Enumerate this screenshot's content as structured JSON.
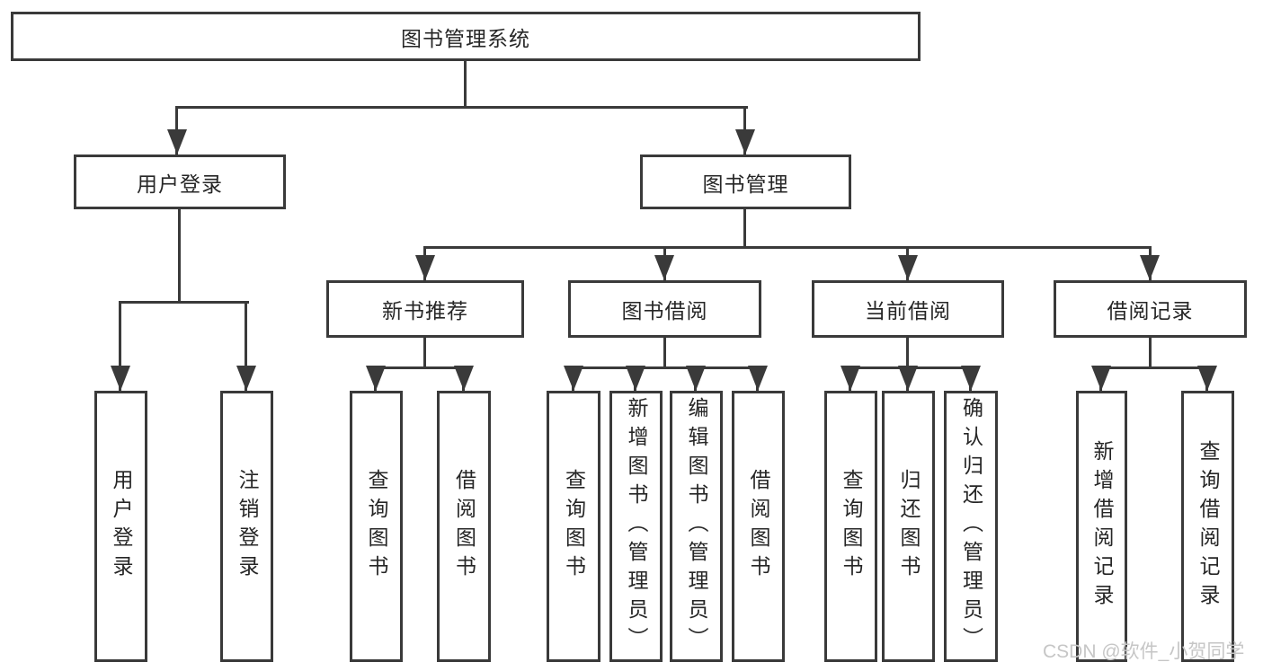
{
  "tree": {
    "root": {
      "label": "图书管理系统"
    },
    "branches": [
      {
        "label": "用户登录",
        "leaves": [
          {
            "label": "用户登录"
          },
          {
            "label": "注销登录"
          }
        ]
      },
      {
        "label": "图书管理",
        "groups": [
          {
            "label": "新书推荐",
            "leaves": [
              {
                "label": "查询图书"
              },
              {
                "label": "借阅图书"
              }
            ]
          },
          {
            "label": "图书借阅",
            "leaves": [
              {
                "label": "查询图书"
              },
              {
                "label": "新增图书（管理员）"
              },
              {
                "label": "编辑图书（管理员）"
              },
              {
                "label": "借阅图书"
              }
            ]
          },
          {
            "label": "当前借阅",
            "leaves": [
              {
                "label": "查询图书"
              },
              {
                "label": "归还图书"
              },
              {
                "label": "确认归还（管理员）"
              }
            ]
          },
          {
            "label": "借阅记录",
            "leaves": [
              {
                "label": "新增借阅记录"
              },
              {
                "label": "查询借阅记录"
              }
            ]
          }
        ]
      }
    ]
  },
  "watermark": "CSDN @软件_小贺同学",
  "colors": {
    "line": "#3a3a3a",
    "text": "#262626",
    "watermark": "#c6c6c6",
    "background": "#ffffff"
  }
}
